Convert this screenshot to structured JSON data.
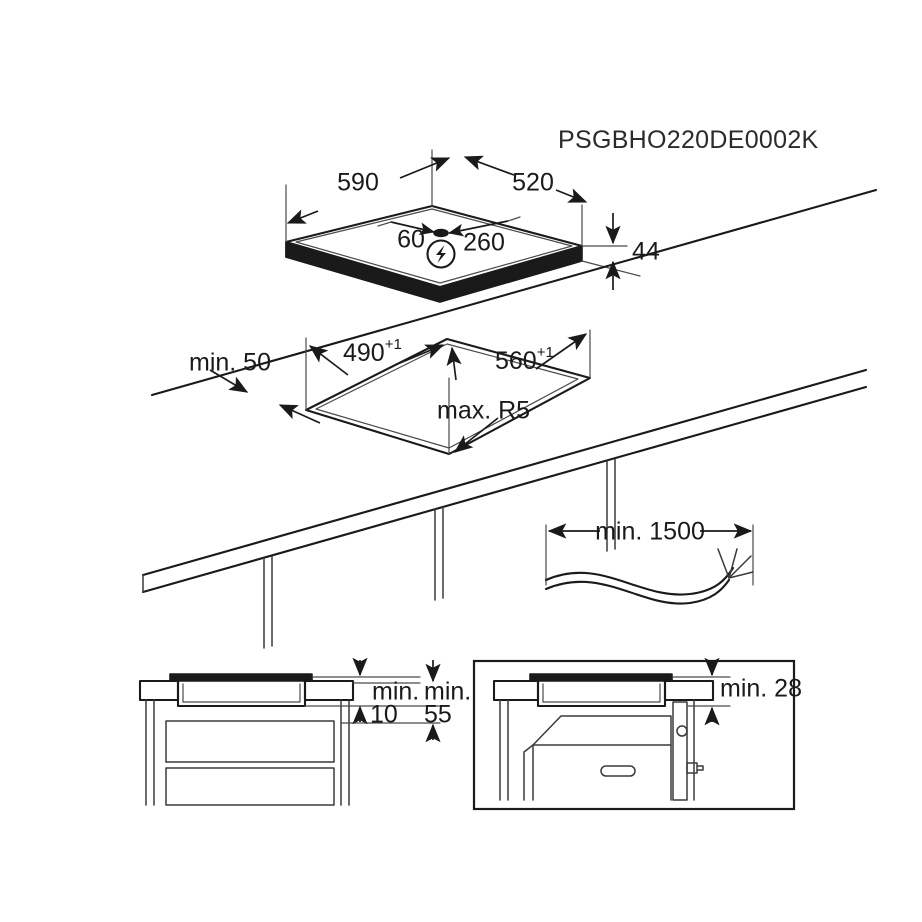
{
  "document": {
    "title": "PSGBHO220DE0002K",
    "type": "appliance-installation-diagram",
    "subject": "built-in hob installation dimensions",
    "units_note": "mm",
    "line_color": "#1a1a1a",
    "background_color": "#ffffff"
  },
  "appliance_view": {
    "name": "hob-isometric-view",
    "dimensions": {
      "width_label": "590",
      "depth_label": "520",
      "height_label": "44",
      "connection_offset_left_label": "60",
      "connection_offset_right_label": "260"
    },
    "electrical_symbol": "lightning-bolt-in-circle"
  },
  "cutout_view": {
    "name": "worktop-cutout-view",
    "dimensions": {
      "edge_distance_label": "min. 50",
      "cutout_width_value": "490",
      "cutout_width_tolerance": "+1",
      "cutout_depth_value": "560",
      "cutout_depth_tolerance": "+1",
      "corner_radius_label": "max. R5"
    }
  },
  "cable_view": {
    "name": "supply-cable-view",
    "dimensions": {
      "cable_length_label": "min. 1500"
    }
  },
  "section_left": {
    "name": "cabinet-section-drawers",
    "dimensions": {
      "clearance_top_prefix": "min.",
      "clearance_top_value": "10",
      "clearance_bottom_prefix": "min.",
      "clearance_bottom_value": "55"
    }
  },
  "section_right": {
    "name": "cabinet-section-oven",
    "dimensions": {
      "clearance_label": "min. 28"
    }
  }
}
